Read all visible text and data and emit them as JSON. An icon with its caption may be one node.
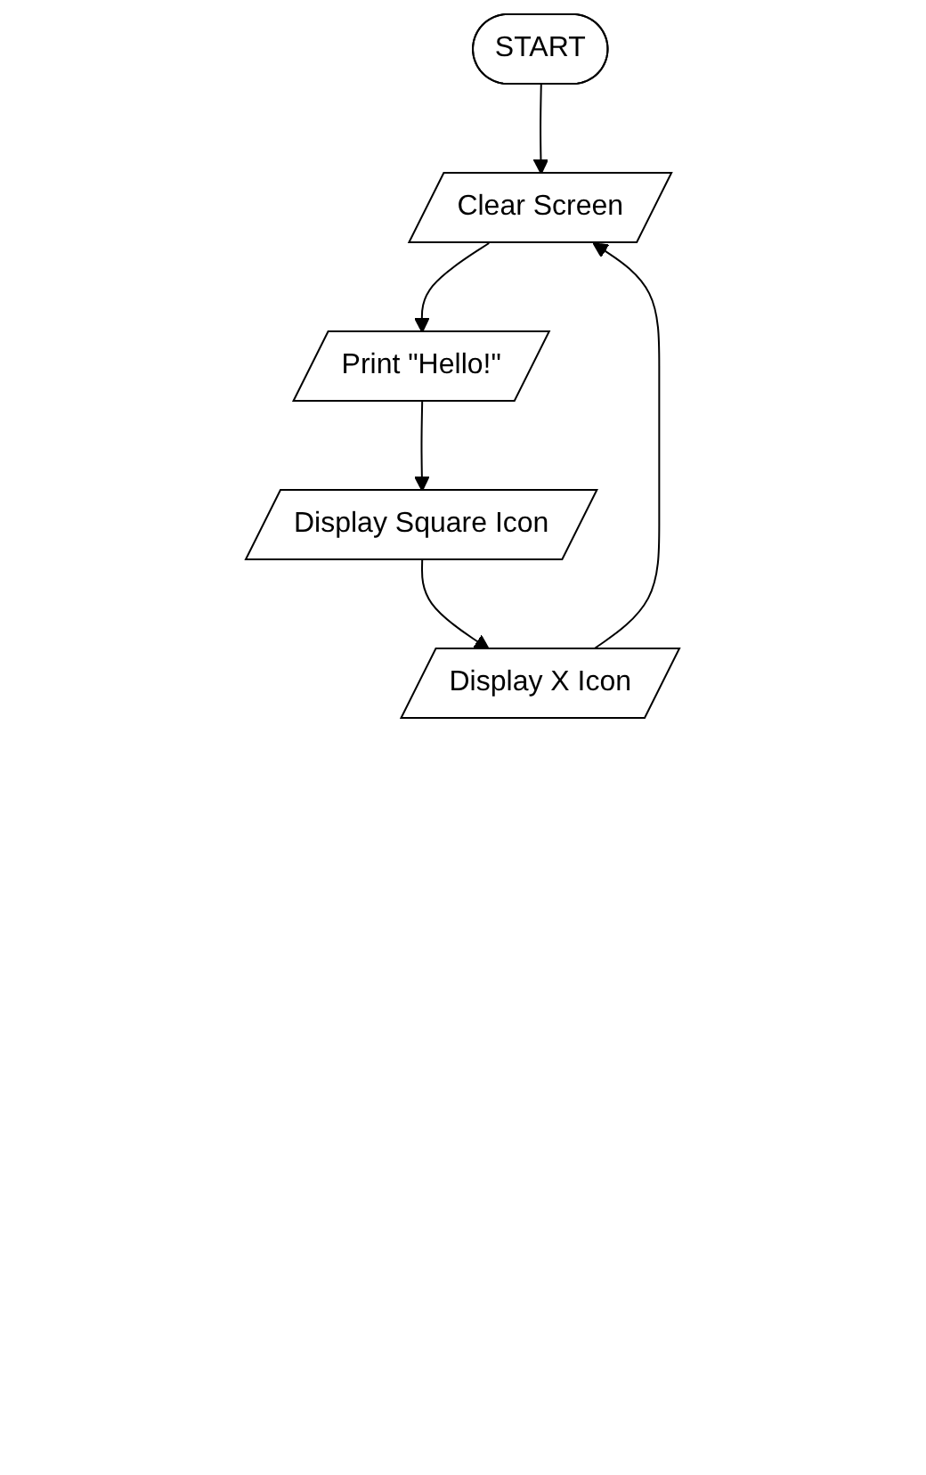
{
  "diagram": {
    "nodes": [
      {
        "text": [
          "START"
        ]
      },
      {
        "text": [
          "Clear Screen"
        ]
      },
      {
        "text": [
          "Print \"Hello!\""
        ]
      },
      {
        "text": [
          "Display Square Icon"
        ]
      },
      {
        "text": [
          "Display X Icon"
        ]
      }
    ],
    "edges": [
      {
        "from": 0,
        "to": 1,
        "arrow": "to"
      },
      {
        "from": 1,
        "to": 2,
        "arrow": "to"
      },
      {
        "from": 2,
        "to": 3,
        "arrow": "to"
      },
      {
        "from": 3,
        "to": 4,
        "arrow": "to"
      },
      {
        "from": 4,
        "to": 1,
        "arrow": "to"
      }
    ]
  }
}
